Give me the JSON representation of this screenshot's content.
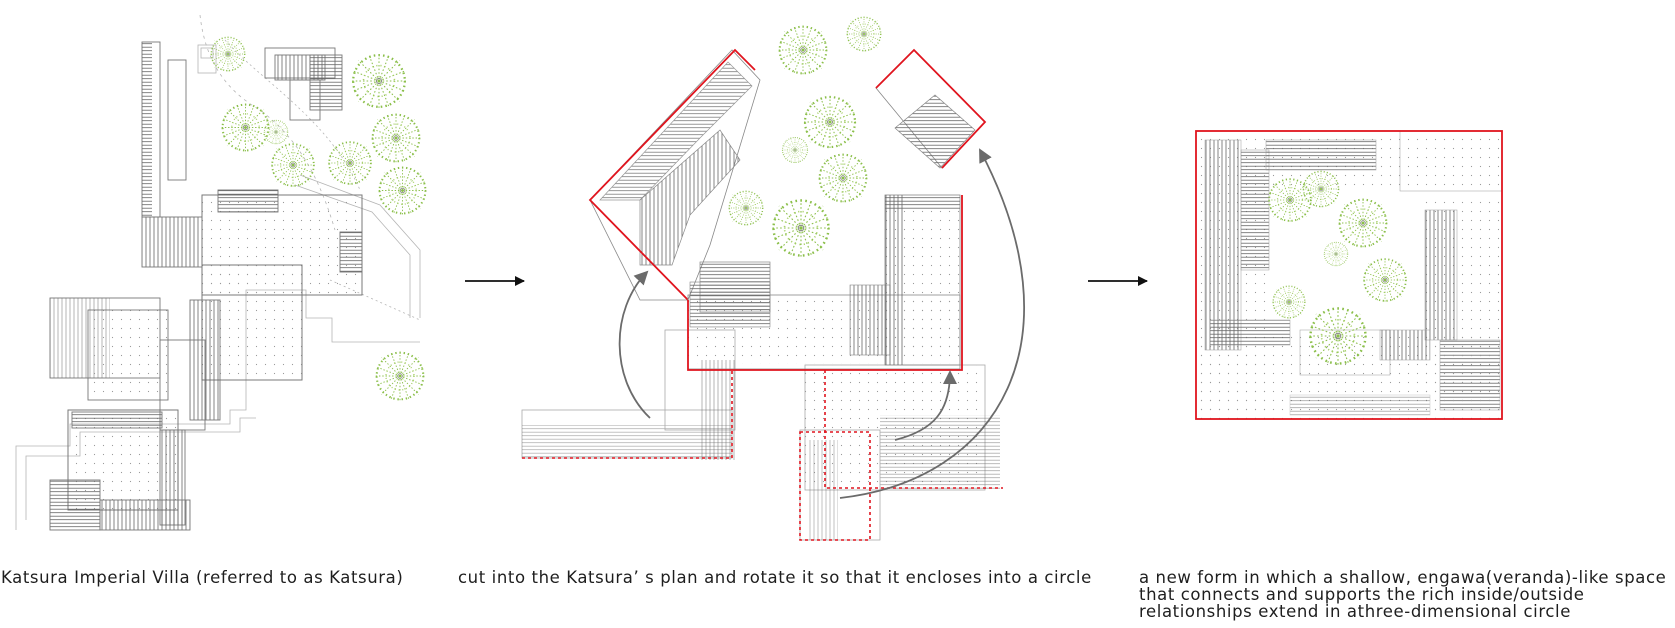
{
  "captions": {
    "original_plan": "Katsura Imperial Villa (referred to as Katsura)",
    "operation": "cut into the Katsura’ s plan and rotate it so that it encloses into a circle",
    "result_lines": [
      "a new form in which a shallow, engawa(veranda)-like space",
      "that connects and supports the rich inside/outside",
      "relationships extend in athree-dimensional circle"
    ]
  },
  "colors": {
    "linework": "#8a8a8a",
    "dark_linework": "#555555",
    "highlight_cut": "#e0141e",
    "trees": "#8bbf4a",
    "arrow": "#111111",
    "rotation_arrow": "#6b6b6b",
    "caption_text": "#1e1e1e"
  },
  "panels": [
    {
      "id": "original-katsura-plan",
      "icons": [
        "building-plan",
        "tree-canopy"
      ]
    },
    {
      "id": "cut-and-rotate-plan",
      "icons": [
        "red-cut-outline",
        "dotted-original-position",
        "curved-rotation-arrow"
      ]
    },
    {
      "id": "new-circular-form",
      "icons": [
        "red-square-outline",
        "courtyard-trees"
      ]
    }
  ]
}
